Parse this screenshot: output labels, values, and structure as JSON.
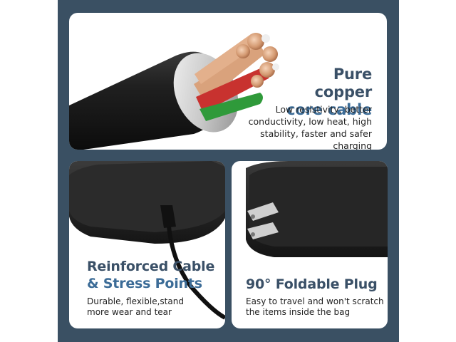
{
  "top_card": {
    "title_line1": "Pure copper",
    "title_line2": "core cable",
    "description": "Low resistivity, better conductivity, low heat, high stability, faster and safer charging"
  },
  "left_card": {
    "title_line1": "Reinforced Cable",
    "title_line2": "& Stress Points",
    "description": "Durable, flexible,stand more wear and tear"
  },
  "right_card": {
    "title": "90° Foldable Plug",
    "description": "Easy to travel and won't scratch the items inside the bag"
  },
  "colors": {
    "frame": "#3a5063",
    "title": "#3a5067",
    "accent": "#3c6c97",
    "text": "#222222"
  }
}
